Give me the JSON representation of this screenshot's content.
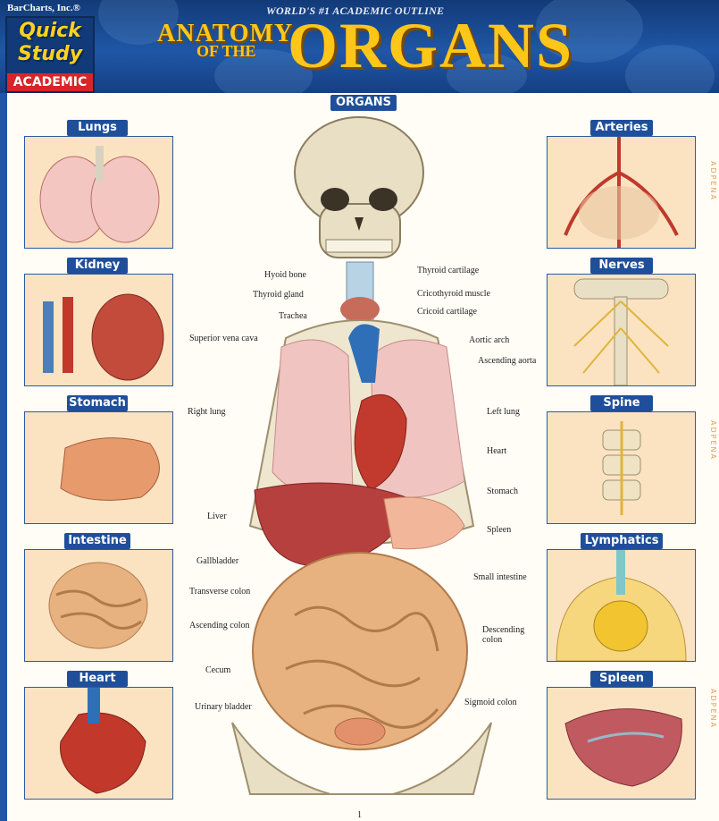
{
  "header": {
    "publisher": "BarCharts, Inc.®",
    "tagline": "WORLD'S #1 ACADEMIC OUTLINE",
    "logo_line1": "Quick",
    "logo_line2": "Study",
    "logo_line3": "ACADEMIC",
    "title_line1": "ANATOMY",
    "title_line2": "OF THE",
    "title_main": "ORGANS"
  },
  "center": {
    "section_title": "ORGANS",
    "labels_left": [
      "Hyoid bone",
      "Thyroid gland",
      "Trachea",
      "Superior vena cava",
      "Right lung",
      "Liver",
      "Gallbladder",
      "Transverse colon",
      "Ascending colon",
      "Cecum",
      "Urinary bladder"
    ],
    "labels_right": [
      "Thyroid cartilage",
      "Cricothyroid muscle",
      "Cricoid cartilage",
      "Aortic arch",
      "Ascending aorta",
      "Left lung",
      "Heart",
      "Stomach",
      "Spleen",
      "Small intestine",
      "Descending colon",
      "Sigmoid colon"
    ]
  },
  "left_panels": [
    "Lungs",
    "Kidney",
    "Stomach",
    "Intestine",
    "Heart"
  ],
  "right_panels": [
    "Arteries",
    "Nerves",
    "Spine",
    "Lymphatics",
    "Spleen"
  ],
  "side_text": "ADPENA",
  "page_number": "1",
  "colors": {
    "header_blue": "#1f57a6",
    "accent_yellow": "#ffc61a",
    "tag_blue": "#1f4f9a",
    "logo_red": "#d8252a"
  }
}
